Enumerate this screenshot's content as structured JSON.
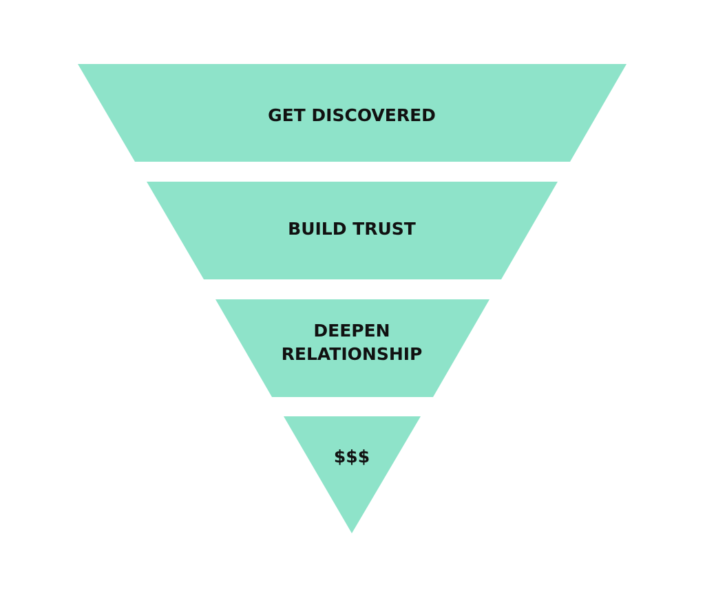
{
  "funnel": {
    "fill_color": "#8ee3c9",
    "text_color": "#111111",
    "stages": [
      {
        "lines": [
          "GET DISCOVERED"
        ]
      },
      {
        "lines": [
          "BUILD TRUST"
        ]
      },
      {
        "lines": [
          "DEEPEN",
          "RELATIONSHIP"
        ]
      },
      {
        "lines": [
          "$$$"
        ]
      }
    ]
  }
}
